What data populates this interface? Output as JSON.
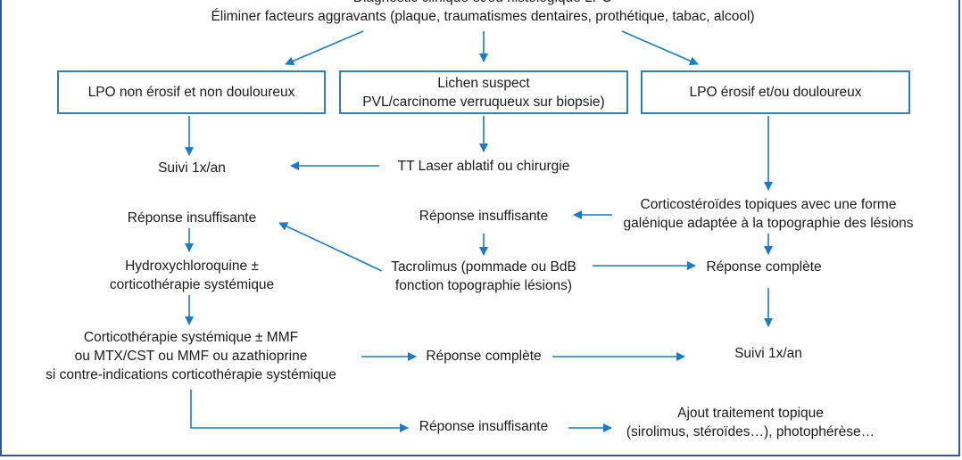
{
  "colors": {
    "arrow": "#1a7bc4",
    "box_border": "#2e7fbf",
    "frame": "#2f5a9a"
  },
  "nodes": {
    "top_line1": "Diagnostic clinique et/ou histologique LPO",
    "top_line2": "Éliminer facteurs aggravants (plaque, traumatismes dentaires, prothétique, tabac, alcool)",
    "box_left": "LPO non érosif et non douloureux",
    "box_mid_line1": "Lichen suspect",
    "box_mid_line2": "PVL/carcinome verruqueux sur biopsie)",
    "box_right": "LPO érosif et/ou douloureux",
    "suivi_left": "Suivi 1x/an",
    "tt_laser": "TT Laser ablatif ou chirurgie",
    "cortico_topic_line1": "Corticostéroïdes topiques avec une forme",
    "cortico_topic_line2": "galénique adaptée à la topographie des lésions",
    "rep_insuf_left": "Réponse insuffisante",
    "rep_insuf_mid": "Réponse insuffisante",
    "hydroxy_line1": "Hydroxychloroquine ±",
    "hydroxy_line2": "corticothérapie systémique",
    "tacro_line1": "Tacrolimus (pommade ou BdB",
    "tacro_line2": "fonction topographie lésions)",
    "rep_comp_right": "Réponse complète",
    "cortico_sys_line1": "Corticothérapie systémique ± MMF",
    "cortico_sys_line2": "ou MTX/CST ou MMF ou azathioprine",
    "cortico_sys_line3": "si contre-indications corticothérapie systémique",
    "rep_comp_bottom": "Réponse complète",
    "suivi_right": "Suivi 1x/an",
    "rep_insuf_bottom": "Réponse insuffisante",
    "ajout_line1": "Ajout traitement topique",
    "ajout_line2": "(sirolimus, stéroïdes…), photophérèse…"
  }
}
